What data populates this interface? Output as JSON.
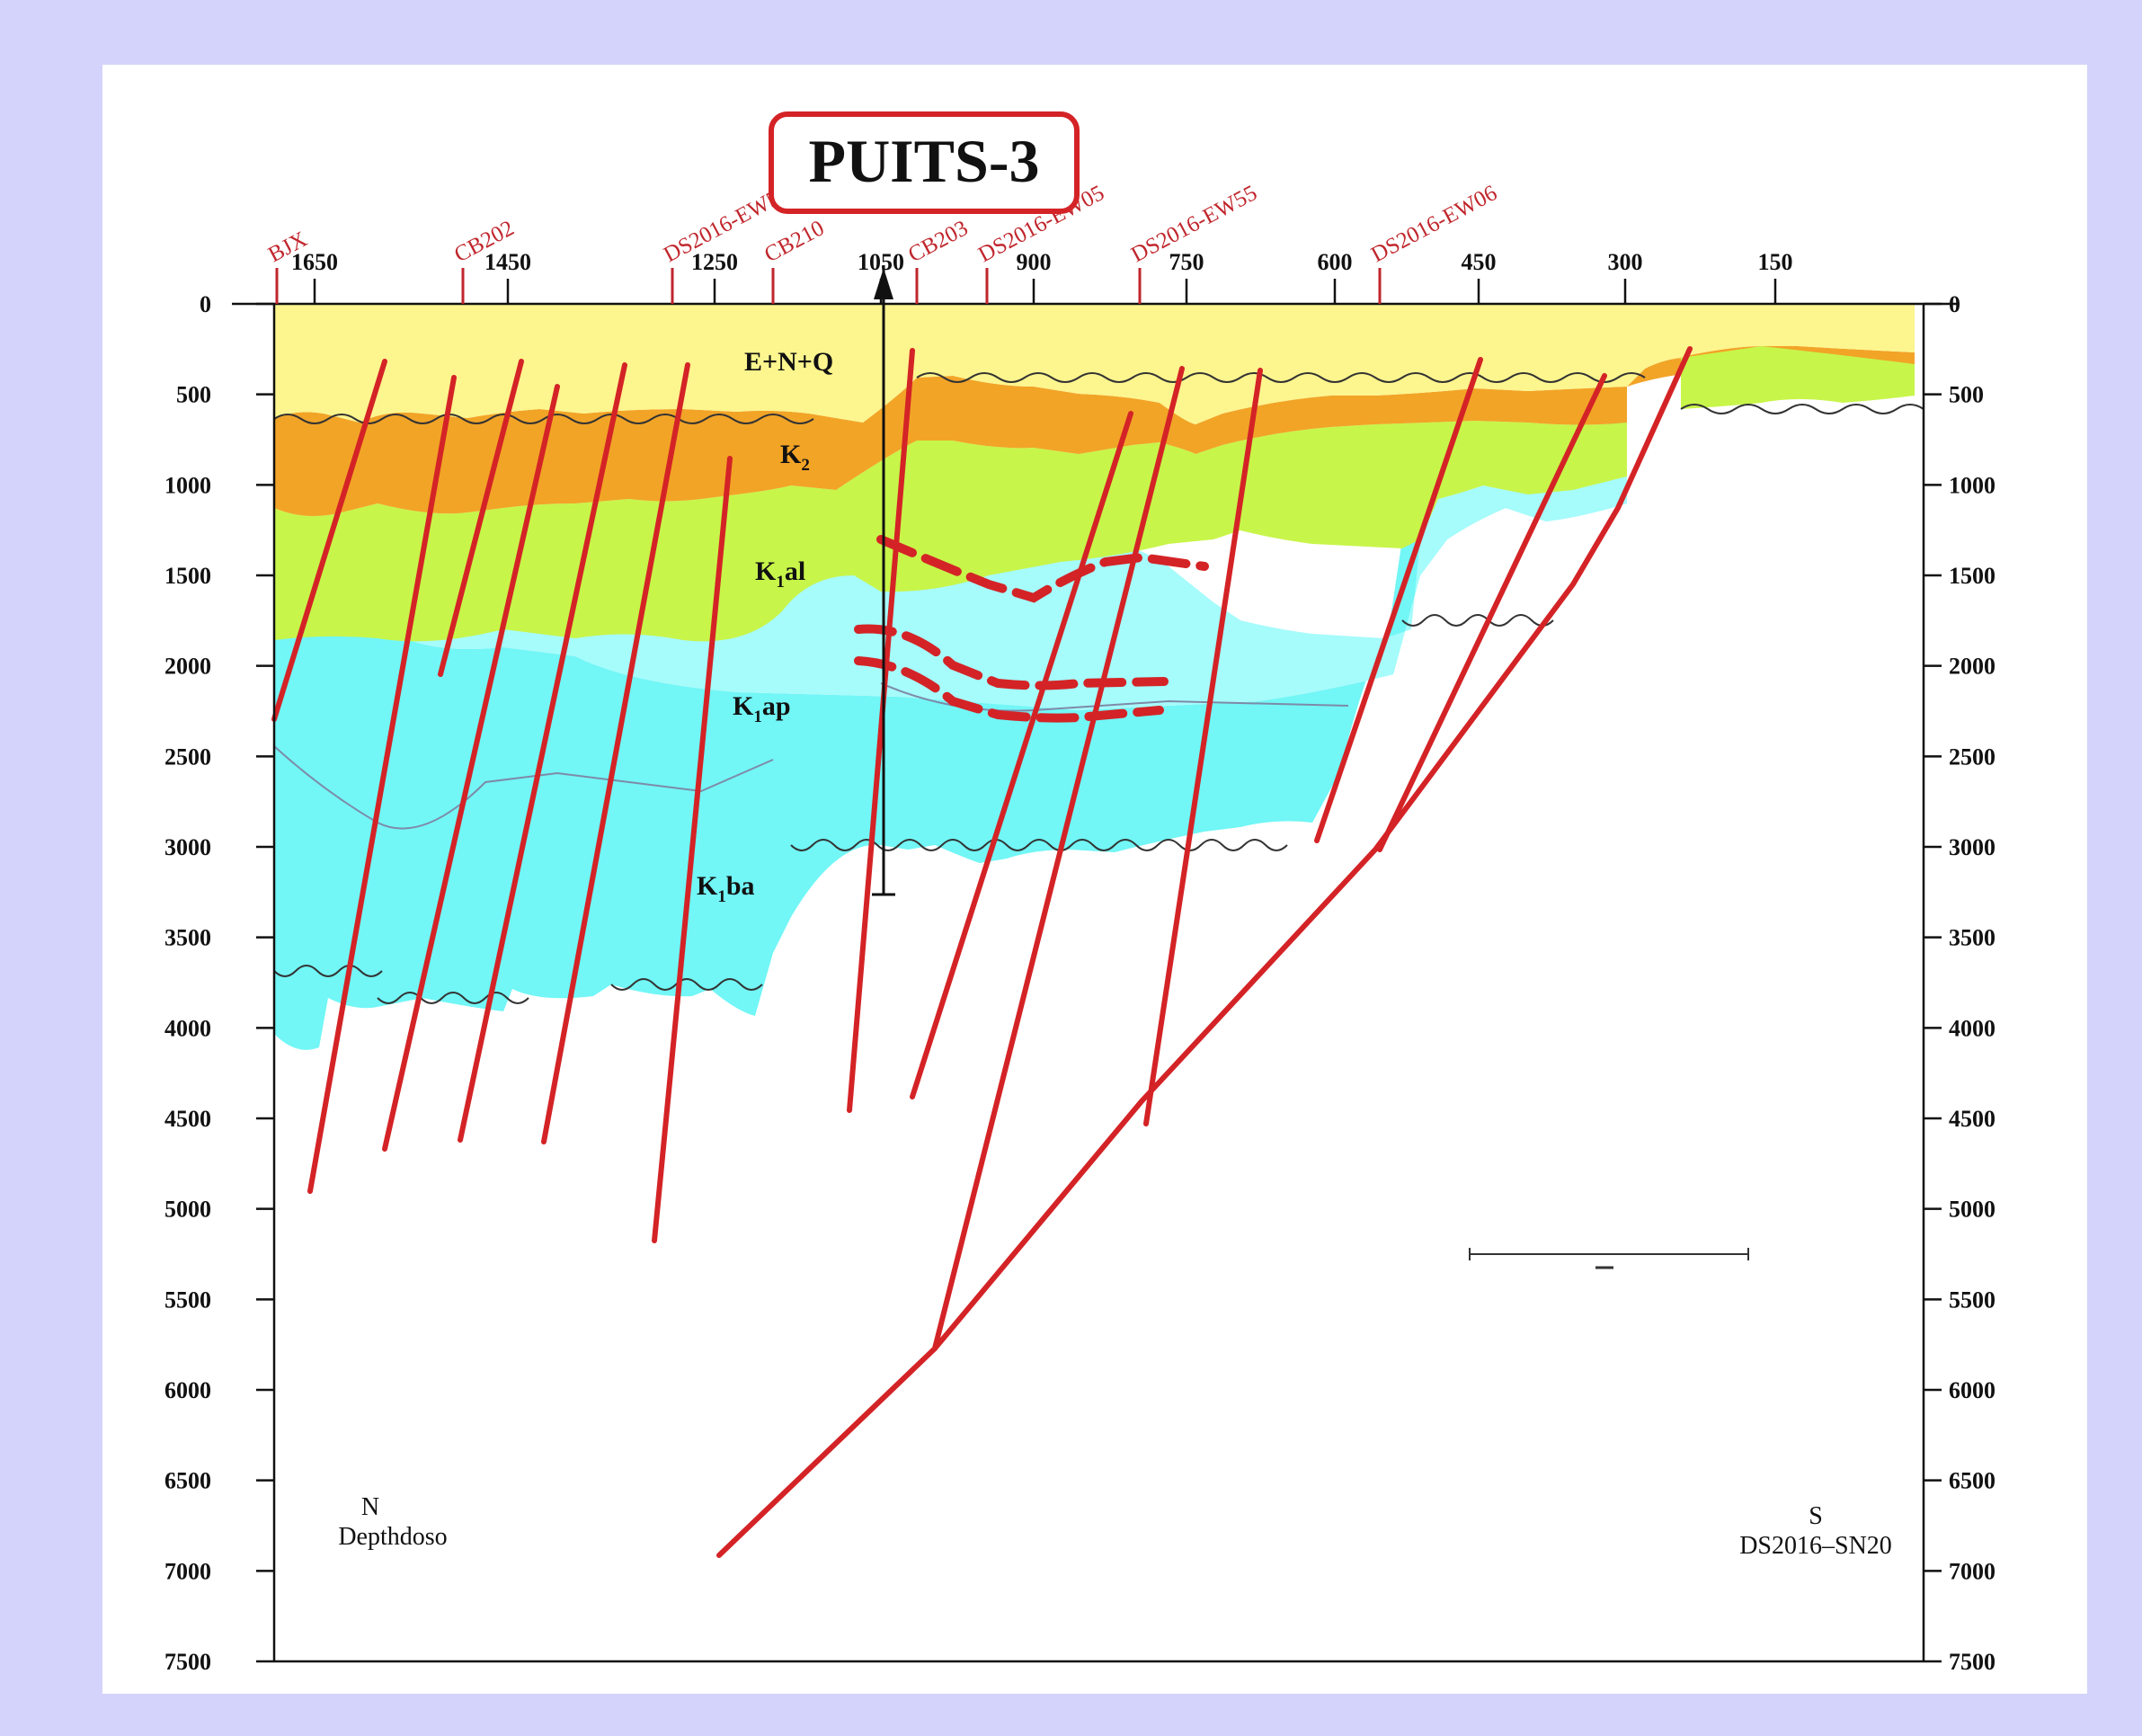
{
  "title": "PUITS-3",
  "wells": [
    "BJX",
    "CB202",
    "DS2016-EW54",
    "CB210",
    "CB203",
    "DS2016-EW05",
    "DS2016-EW55",
    "DS2016-EW06"
  ],
  "top_axis": [
    "1650",
    "1450",
    "1250",
    "1050",
    "900",
    "750",
    "600",
    "450",
    "300",
    "150"
  ],
  "depth_axis": [
    "0",
    "500",
    "1000",
    "1500",
    "2000",
    "2500",
    "3000",
    "3500",
    "4000",
    "4500",
    "5000",
    "5500",
    "6000",
    "6500",
    "7000",
    "7500"
  ],
  "layers": {
    "eqn": "E+N+Q",
    "k2": "K",
    "k2_sub": "2",
    "k1al_pre": "K",
    "k1al_sub": "1",
    "k1al_post": "al",
    "k1ap_pre": "K",
    "k1ap_sub": "1",
    "k1ap_post": "ap",
    "k1ba_pre": "K",
    "k1ba_sub": "1",
    "k1ba_post": "ba"
  },
  "corner_left": {
    "direction": "N",
    "caption": "Depthdoso"
  },
  "corner_right": {
    "direction": "S",
    "caption": "DS2016–SN20"
  },
  "colors": {
    "background": "#d3d3fb",
    "eqn_layer": "#fdf58e",
    "k2_layer": "#f2a427",
    "k1al_layer": "#c8f54a",
    "k1ap_layer": "#a6fbfb",
    "k1ba_layer": "#72f6f6",
    "fault": "#d42326",
    "title_frame": "#d42326"
  }
}
